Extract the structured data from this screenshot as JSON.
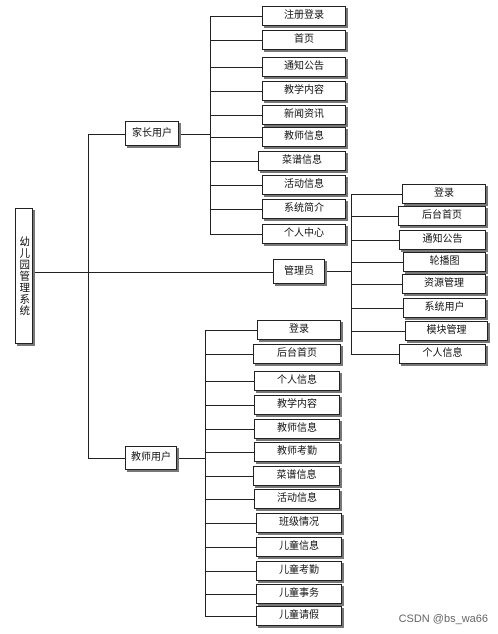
{
  "diagram": {
    "root": "幼儿园管理系统",
    "branches": [
      {
        "label": "家长用户",
        "children": [
          "注册登录",
          "首页",
          "通知公告",
          "教学内容",
          "新闻资讯",
          "教师信息",
          "菜谱信息",
          "活动信息",
          "系统简介",
          "个人中心"
        ]
      },
      {
        "label": "管理员",
        "children": [
          "登录",
          "后台首页",
          "通知公告",
          "轮播图",
          "资源管理",
          "系统用户",
          "模块管理",
          "个人信息"
        ]
      },
      {
        "label": "教师用户",
        "children": [
          "登录",
          "后台首页",
          "个人信息",
          "教学内容",
          "教师信息",
          "教师考勤",
          "菜谱信息",
          "活动信息",
          "班级情况",
          "儿童信息",
          "儿童考勤",
          "儿童事务",
          "儿童请假"
        ]
      }
    ]
  },
  "watermark": "CSDN @bs_wa66"
}
